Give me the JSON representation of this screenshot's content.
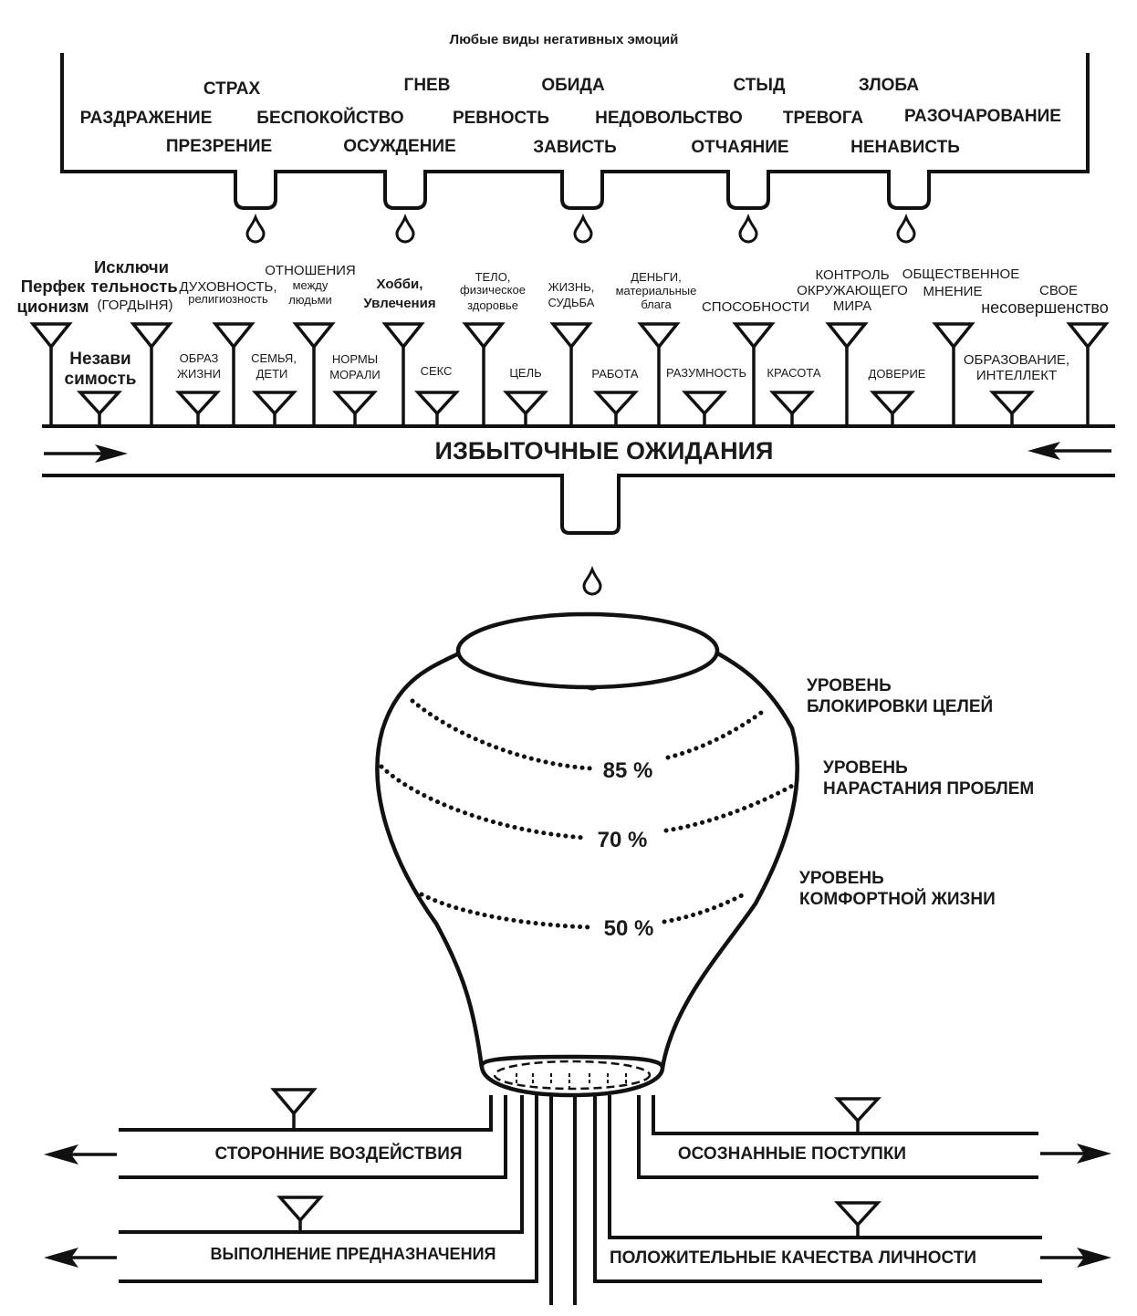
{
  "title": "Любые виды негативных эмоций",
  "emotions": {
    "row1": [
      "СТРАХ",
      "ГНЕВ",
      "ОБИДА",
      "СТЫД",
      "ЗЛОБА"
    ],
    "row2": [
      "РАЗДРАЖЕНИЕ",
      "БЕСПОКОЙСТВО",
      "РЕВНОСТЬ",
      "НЕДОВОЛЬСТВО",
      "ТРЕВОГА",
      "РАЗОЧАРОВАНИЕ"
    ],
    "row3": [
      "ПРЕЗРЕНИЕ",
      "ОСУЖДЕНИЕ",
      "ЗАВИСТЬ",
      "ОТЧАЯНИЕ",
      "НЕНАВИСТЬ"
    ]
  },
  "expectations": {
    "upper": [
      {
        "lines": [
          "Перфек",
          "ционизм"
        ]
      },
      {
        "lines": [
          "Исключи",
          "тельность",
          "(ГОРДЫНЯ)"
        ]
      },
      {
        "lines": [
          "ДУХОВНОСТЬ,",
          "религиозность"
        ]
      },
      {
        "lines": [
          "ОТНОШЕНИЯ",
          "между",
          "людьми"
        ]
      },
      {
        "lines": [
          "Хобби,",
          "Увлечения"
        ]
      },
      {
        "lines": [
          "ТЕЛО,",
          "физическое",
          "здоровье"
        ]
      },
      {
        "lines": [
          "ЖИЗНЬ,",
          "СУДЬБА"
        ]
      },
      {
        "lines": [
          "ДЕНЬГИ,",
          "материальные",
          "блага"
        ]
      },
      {
        "lines": [
          "СПОСОБНОСТИ"
        ]
      },
      {
        "lines": [
          "КОНТРОЛЬ",
          "ОКРУЖАЮЩЕГО",
          "МИРА"
        ]
      },
      {
        "lines": [
          "ОБЩЕСТВЕННОЕ",
          "МНЕНИЕ"
        ]
      },
      {
        "lines": [
          "СВОЕ",
          "несовершенство"
        ]
      }
    ],
    "lower": [
      {
        "lines": [
          "Незави",
          "симость"
        ]
      },
      {
        "lines": [
          "ОБРАЗ",
          "ЖИЗНИ"
        ]
      },
      {
        "lines": [
          "СЕМЬЯ,",
          "ДЕТИ"
        ]
      },
      {
        "lines": [
          "НОРМЫ",
          "МОРАЛИ"
        ]
      },
      {
        "lines": [
          "СЕКС"
        ]
      },
      {
        "lines": [
          "ЦЕЛЬ"
        ]
      },
      {
        "lines": [
          "РАБОТА"
        ]
      },
      {
        "lines": [
          "РАЗУМНОСТЬ"
        ]
      },
      {
        "lines": [
          "КРАСОТА"
        ]
      },
      {
        "lines": [
          "ДОВЕРИЕ"
        ]
      },
      {
        "lines": [
          "ОБРАЗОВАНИЕ,",
          "ИНТЕЛЛЕКТ"
        ]
      }
    ]
  },
  "pipe_label": "ИЗБЫТОЧНЫЕ ОЖИДАНИЯ",
  "levels": {
    "l85": {
      "percent": "85 %",
      "lines": [
        "УРОВЕНЬ",
        "БЛОКИРОВКИ ЦЕЛЕЙ"
      ]
    },
    "l70": {
      "percent": "70 %",
      "lines": [
        "УРОВЕНЬ",
        "НАРАСТАНИЯ ПРОБЛЕМ"
      ]
    },
    "l50": {
      "percent": "50 %",
      "lines": [
        "УРОВЕНЬ",
        "КОМФОРТНОЙ ЖИЗНИ"
      ]
    }
  },
  "outputs": {
    "left_top": "СТОРОННИЕ ВОЗДЕЙСТВИЯ",
    "left_bottom": "ВЫПОЛНЕНИЕ  ПРЕДНАЗНАЧЕНИЯ",
    "right_top": "ОСОЗНАННЫЕ  ПОСТУПКИ",
    "right_bottom": "ПОЛОЖИТЕЛЬНЫЕ КАЧЕСТВА ЛИЧНОСТИ"
  }
}
